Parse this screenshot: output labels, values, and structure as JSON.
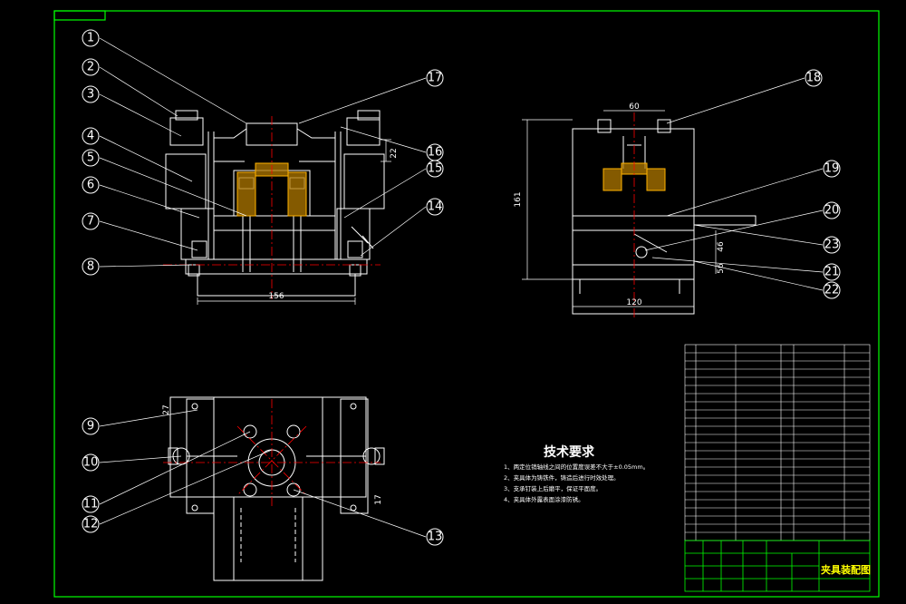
{
  "sheet": {
    "title_block_name": "夹具装配图",
    "technical_requirements": {
      "heading": "技术要求",
      "items": [
        "1、两定位销轴线之间的位置度误差不大于±0.05mm。",
        "2、夹具体为铸铁件，铸造后进行时效处理。",
        "3、支承钉装上后磨平，保证平面度。",
        "4、夹具体外露表面涂漆防锈。"
      ]
    },
    "callouts": [
      "1",
      "2",
      "3",
      "4",
      "5",
      "6",
      "7",
      "8",
      "9",
      "10",
      "11",
      "12",
      "13",
      "14",
      "15",
      "16",
      "17",
      "18",
      "19",
      "20",
      "21",
      "22",
      "23"
    ],
    "dimensions": {
      "front_width": "156",
      "side_width": "120",
      "side_top": "60",
      "side_height": "161",
      "front_small": "22",
      "side_small_a": "46",
      "side_small_b": "56",
      "plan_small_a": "27",
      "plan_small_b": "17"
    }
  },
  "colors": {
    "background": "#000000",
    "line": "#ffffff",
    "frame": "#00ff00",
    "centerline": "#ff0000",
    "hatch": "#ffb300",
    "title": "#ffff00"
  }
}
